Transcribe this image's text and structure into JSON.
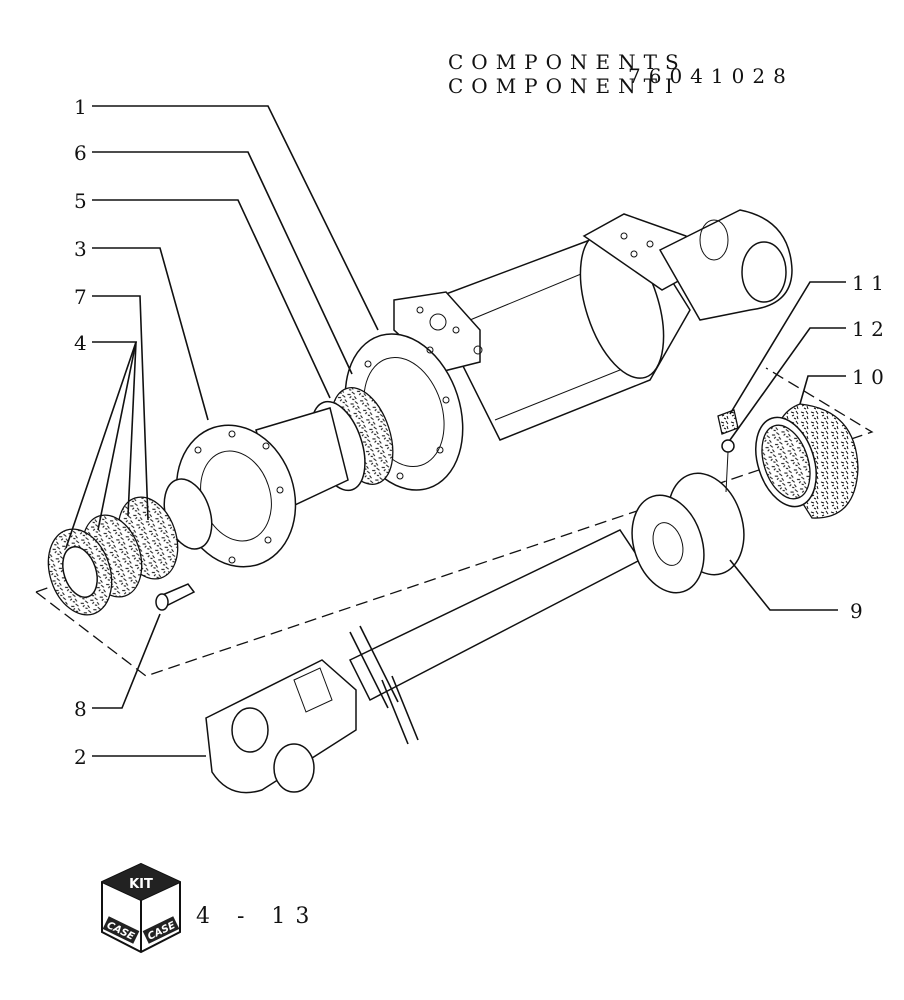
{
  "header": {
    "line1": "COMPONENTS",
    "line2": "COMPONENTI",
    "part_number": "76041028"
  },
  "callouts": [
    {
      "id": "1",
      "label": "1"
    },
    {
      "id": "6",
      "label": "6"
    },
    {
      "id": "5",
      "label": "5"
    },
    {
      "id": "3",
      "label": "3"
    },
    {
      "id": "7",
      "label": "7"
    },
    {
      "id": "4",
      "label": "4"
    },
    {
      "id": "8",
      "label": "8"
    },
    {
      "id": "2",
      "label": "2"
    },
    {
      "id": "11",
      "label": "1 1"
    },
    {
      "id": "12",
      "label": "1 2"
    },
    {
      "id": "10",
      "label": "1 0"
    },
    {
      "id": "9",
      "label": "9"
    }
  ],
  "badge": {
    "kit_text": "KIT",
    "brand_left": "CASE",
    "brand_right": "CASE"
  },
  "page_ref": "4 - 13"
}
